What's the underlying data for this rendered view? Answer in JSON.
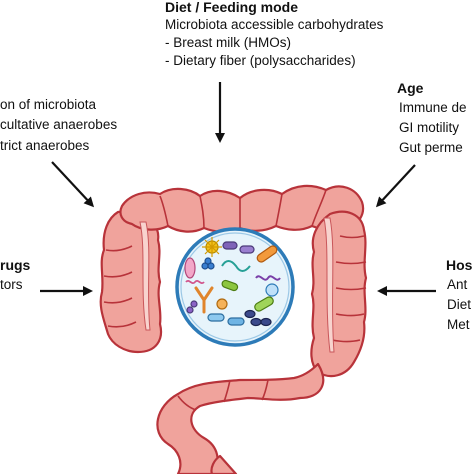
{
  "top": {
    "heading": "Diet / Feeding mode",
    "lines": [
      "Microbiota accessible carbohydrates",
      "- Breast milk (HMOs)",
      "- Dietary fiber (polysaccharides)"
    ]
  },
  "upper_left": {
    "lines": [
      "on of microbiota",
      "cultative anaerobes",
      "trict anaerobes"
    ]
  },
  "upper_right": {
    "heading": "Age",
    "lines": [
      "Immune de",
      "GI motility",
      "Gut perme"
    ]
  },
  "left": {
    "heading": "rugs",
    "lines": [
      "tors"
    ]
  },
  "right": {
    "heading": "Hos",
    "lines": [
      "Ant",
      "Diet",
      "Met"
    ]
  },
  "colors": {
    "intestine_fill": "#f0a39c",
    "intestine_outline": "#b8333a",
    "lumen_fill": "#f6c1ba",
    "circle_fill": "#e7f4fb",
    "circle_ring": "#2d7bb8",
    "arrow": "#111111"
  }
}
